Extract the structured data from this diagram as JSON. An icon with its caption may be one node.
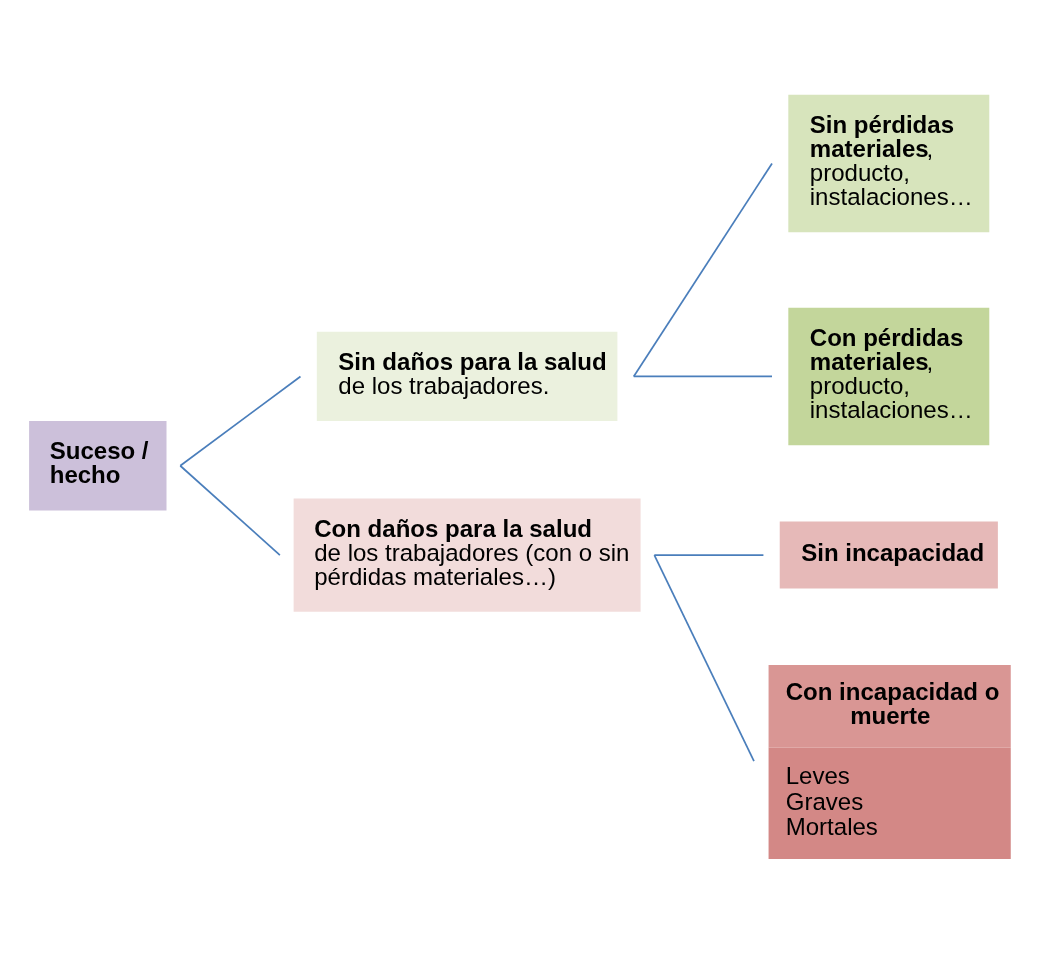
{
  "diagram": {
    "nodes": [
      {
        "text": [
          "Suceso / hecho"
        ]
      },
      {
        "text": [
          "**Sin daños para la salud** de los trabajadores."
        ]
      },
      {
        "text": [
          "**Sin pérdidas materiales**, producto, instalaciones…"
        ]
      },
      {
        "text": [
          "**Con pérdidas materiales**, producto, instalaciones…"
        ]
      },
      {
        "text": [
          "**Con daños para la salud** de los trabajadores (con o sin pérdidas materiales…)"
        ]
      },
      {
        "text": [
          "Sin incapacidad"
        ]
      },
      {
        "text": [
          "Con incapacidad o muerte",
          "Leves",
          "Graves",
          "Mortales"
        ]
      }
    ],
    "edges": [
      {
        "from": 0,
        "to": 1,
        "arrow": "none"
      },
      {
        "from": 0,
        "to": 4,
        "arrow": "none"
      },
      {
        "from": 1,
        "to": 2,
        "arrow": "none"
      },
      {
        "from": 1,
        "to": 3,
        "arrow": "none"
      },
      {
        "from": 4,
        "to": 5,
        "arrow": "none"
      },
      {
        "from": 4,
        "to": 6,
        "arrow": "none"
      }
    ]
  }
}
